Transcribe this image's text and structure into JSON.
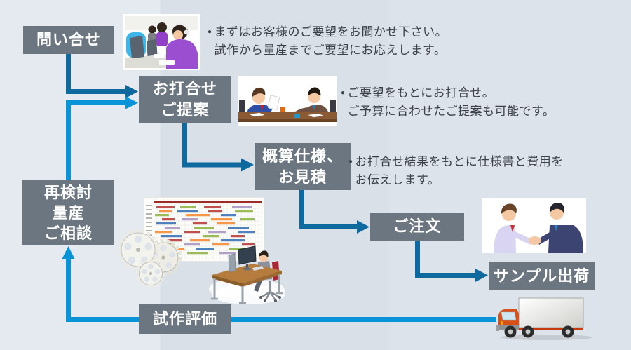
{
  "diagram": {
    "title": "flow-diagram",
    "colors": {
      "box_bg": "#6b7681",
      "box_text": "#ffffff",
      "arrow_dark": "#0e699e",
      "arrow_light": "#0a94d8",
      "note_text": "#3b4146",
      "background": "#dce3ea"
    },
    "steps": [
      {
        "name": "inquiry",
        "label": "問い合せ"
      },
      {
        "name": "meeting-proposal",
        "label": "お打合せ\nご提案"
      },
      {
        "name": "spec-estimate",
        "label": "概算仕様、\nお見積"
      },
      {
        "name": "order",
        "label": "ご注文"
      },
      {
        "name": "sample-shipping",
        "label": "サンプル出荷"
      },
      {
        "name": "reconsider-mass-production",
        "label": "再検討\n量産\nご相談"
      },
      {
        "name": "prototype-evaluation",
        "label": "試作評価"
      }
    ],
    "notes": [
      {
        "bullet": "●",
        "text": "まずはお客様のご要望をお聞かせ下さい。\n試作から量産までご要望にお応えします。"
      },
      {
        "bullet": "●",
        "text": "ご要望をもとにお打合せ。\nご予算に合わせたご提案も可能です。"
      },
      {
        "bullet": "●",
        "text": "お打合せ結果をもとに仕様書と費用を\nお伝えします。"
      }
    ],
    "connections": [
      {
        "from": "inquiry",
        "to": "meeting-proposal",
        "style": "dark"
      },
      {
        "from": "meeting-proposal",
        "to": "spec-estimate",
        "style": "dark"
      },
      {
        "from": "spec-estimate",
        "to": "order",
        "style": "dark"
      },
      {
        "from": "order",
        "to": "sample-shipping",
        "style": "dark"
      },
      {
        "from": "sample-shipping",
        "to": "prototype-evaluation",
        "style": "light"
      },
      {
        "from": "prototype-evaluation",
        "to": "reconsider-mass-production",
        "style": "light"
      },
      {
        "from": "reconsider-mass-production",
        "to": "meeting-proposal",
        "style": "light"
      }
    ],
    "illustrations": [
      {
        "name": "call-center-illustration"
      },
      {
        "name": "business-meeting-illustration"
      },
      {
        "name": "gantt-chart-illustration"
      },
      {
        "name": "gears-illustration"
      },
      {
        "name": "workstation-illustration"
      },
      {
        "name": "handshake-illustration"
      },
      {
        "name": "delivery-truck-illustration"
      }
    ]
  }
}
